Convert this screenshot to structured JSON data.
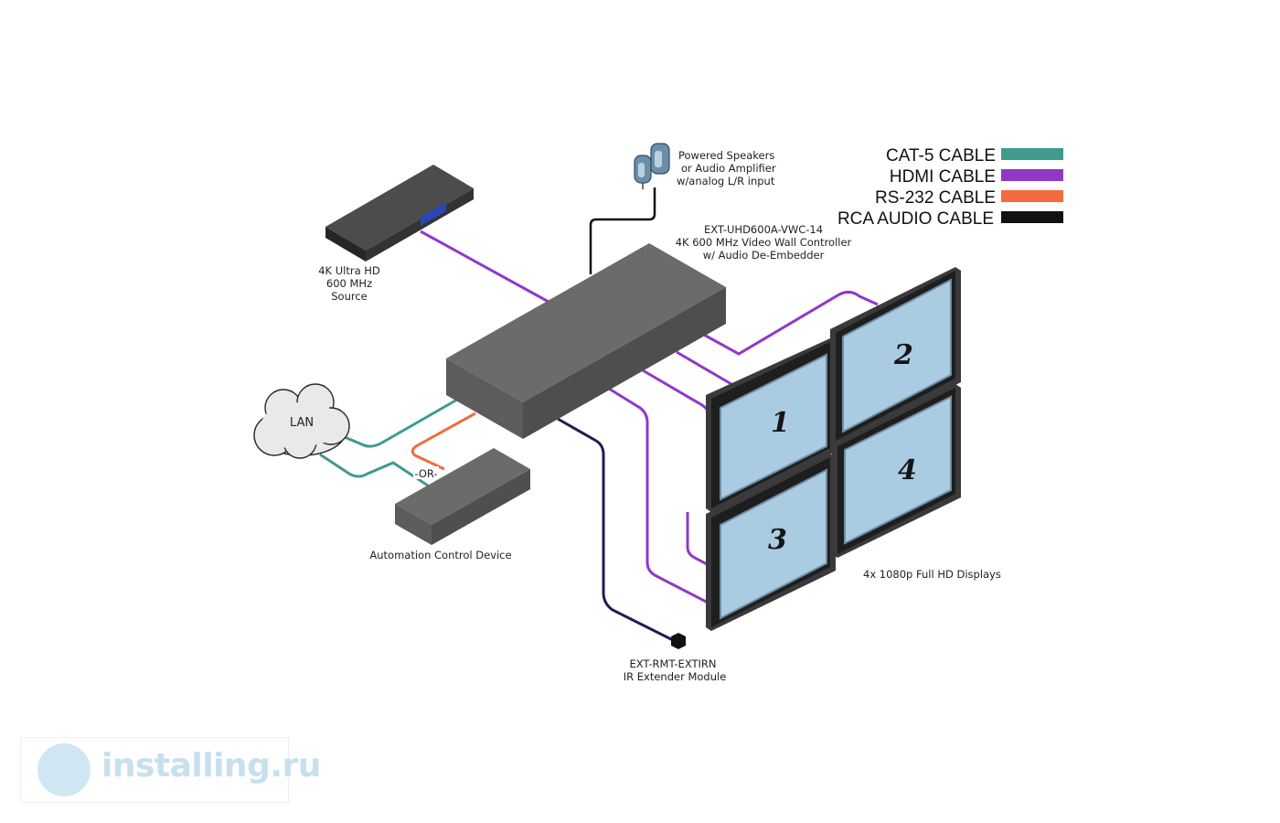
{
  "legend": [
    {
      "label": "CAT-5 CABLE",
      "color": "#3f9a90"
    },
    {
      "label": "HDMI CABLE",
      "color": "#9038c8"
    },
    {
      "label": "RS-232 CABLE",
      "color": "#f26a3d"
    },
    {
      "label": "RCA AUDIO CABLE",
      "color": "#111111"
    }
  ],
  "source": {
    "lines": [
      "4K Ultra HD",
      "600 MHz",
      "Source"
    ]
  },
  "speakers": {
    "lines": [
      "Powered Speakers",
      "or Audio Amplifier",
      "w/analog L/R input"
    ]
  },
  "controller": {
    "lines": [
      "EXT-UHD600A-VWC-14",
      "4K 600 MHz Video Wall Controller",
      "w/ Audio De-Embedder"
    ]
  },
  "lan": {
    "label": "LAN"
  },
  "or_label": "-OR-",
  "automation": {
    "label": "Automation Control Device"
  },
  "ir_module": {
    "lines": [
      "EXT-RMT-EXTIRN",
      "IR Extender Module"
    ]
  },
  "displays": {
    "label": "4x 1080p Full HD Displays",
    "numbers": [
      "1",
      "2",
      "3",
      "4"
    ]
  },
  "watermark": {
    "text": "installing.ru"
  }
}
